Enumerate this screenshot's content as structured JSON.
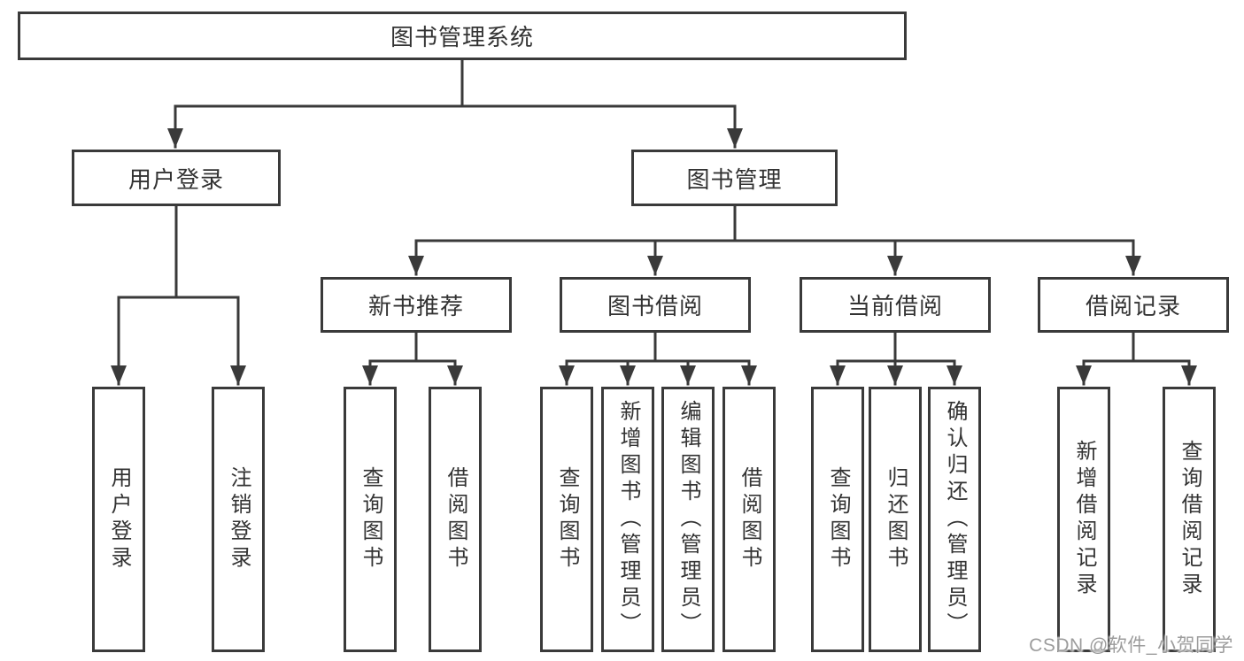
{
  "colors": {
    "line": "#3a3a3a",
    "text": "#333333",
    "background": "#ffffff",
    "watermark": "#9c9c9c"
  },
  "tree": {
    "label": "图书管理系统",
    "children": [
      {
        "label": "用户登录",
        "children": [
          {
            "label": "用户登录"
          },
          {
            "label": "注销登录"
          }
        ]
      },
      {
        "label": "图书管理",
        "children": [
          {
            "label": "新书推荐",
            "children": [
              {
                "label": "查询图书"
              },
              {
                "label": "借阅图书"
              }
            ]
          },
          {
            "label": "图书借阅",
            "children": [
              {
                "label": "查询图书"
              },
              {
                "label": "新增图书（管理员）"
              },
              {
                "label": "编辑图书（管理员）"
              },
              {
                "label": "借阅图书"
              }
            ]
          },
          {
            "label": "当前借阅",
            "children": [
              {
                "label": "查询图书"
              },
              {
                "label": "归还图书"
              },
              {
                "label": "确认归还（管理员）"
              }
            ]
          },
          {
            "label": "借阅记录",
            "children": [
              {
                "label": "新增借阅记录"
              },
              {
                "label": "查询借阅记录"
              }
            ]
          }
        ]
      }
    ]
  },
  "watermark": {
    "text": "CSDN @软件_小贺同学"
  }
}
